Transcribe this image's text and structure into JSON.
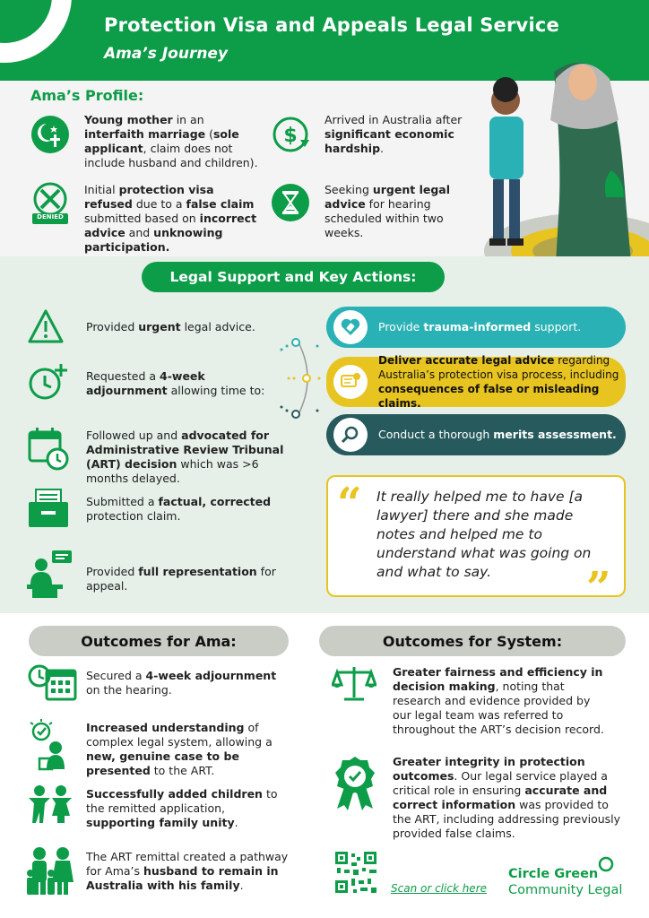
{
  "header": {
    "title": "Protection Visa and Appeals Legal Service",
    "subtitle": "Ama’s Journey"
  },
  "profile": {
    "title": "Ama’s Profile:",
    "denied_label": "DENIED",
    "items": [
      {
        "html": "<b>Young mother</b> in an <b>interfaith marriage</b> (<b>sole applicant</b>, claim does not include husband and children)."
      },
      {
        "html": "Arrived in Australia after <b>significant economic hardship</b>."
      },
      {
        "html": "Initial <b>protection visa refused</b> due to a <b>false claim</b> submitted based on <b>incorrect advice</b> and <b>unknowing participation.</b>"
      },
      {
        "html": "Seeking <b>urgent legal advice</b> for hearing scheduled within two weeks."
      }
    ]
  },
  "legal": {
    "title": "Legal Support and Key Actions:",
    "items": [
      {
        "html": "Provided <b>urgent</b> legal advice."
      },
      {
        "html": "Requested a <b>4-week adjournment</b> allowing time to:"
      },
      {
        "html": "Followed up and <b>advocated for Administrative Review Tribunal (ART) decision</b> which was >6 months delayed."
      },
      {
        "html": "Submitted a <b>factual, corrected</b> protection claim."
      },
      {
        "html": "Provided <b>full representation</b> for appeal."
      }
    ],
    "actions": [
      {
        "html": "Provide <b>trauma-informed</b> support."
      },
      {
        "html": "<b>Deliver accurate legal advice</b> regarding Australia’s protection visa process, including <b>consequences of false or misleading claims.</b>"
      },
      {
        "html": "Conduct a thorough <b>merits assessment.</b>"
      }
    ],
    "quote": "It really helped me to have [a lawyer] there and she made notes and helped me to understand what was going on and what to say."
  },
  "outcomes_ama": {
    "title": "Outcomes for Ama:",
    "items": [
      {
        "html": "Secured a <b>4-week adjournment</b> on the hearing."
      },
      {
        "html": "<b>Increased understanding</b> of complex legal system, allowing a <b>new, genuine case to be presented</b> to the ART."
      },
      {
        "html": "<b>Successfully added children</b> to the remitted application, <b>supporting family unity</b>."
      },
      {
        "html": "The ART remittal created a pathway for Ama’s <b>husband to remain in Australia with his family</b>."
      }
    ]
  },
  "outcomes_system": {
    "title": "Outcomes for System:",
    "items": [
      {
        "html": "<b>Greater fairness and efficiency in decision making</b>, noting that research and evidence provided by our legal team was referred to throughout the ART’s decision record."
      },
      {
        "html": "<b>Greater integrity in protection outcomes</b>. Our legal service played a critical role in ensuring <b>accurate and correct information</b> was provided to the ART, including addressing previously provided false claims."
      }
    ]
  },
  "footer": {
    "link": "Scan or click here",
    "brand_line1": "Circle Green",
    "brand_line2": "Community Legal"
  },
  "colors": {
    "green": "#0d9c48",
    "teal": "#2ab1b5",
    "yellow": "#e8c421",
    "dark_teal": "#275a5d"
  }
}
